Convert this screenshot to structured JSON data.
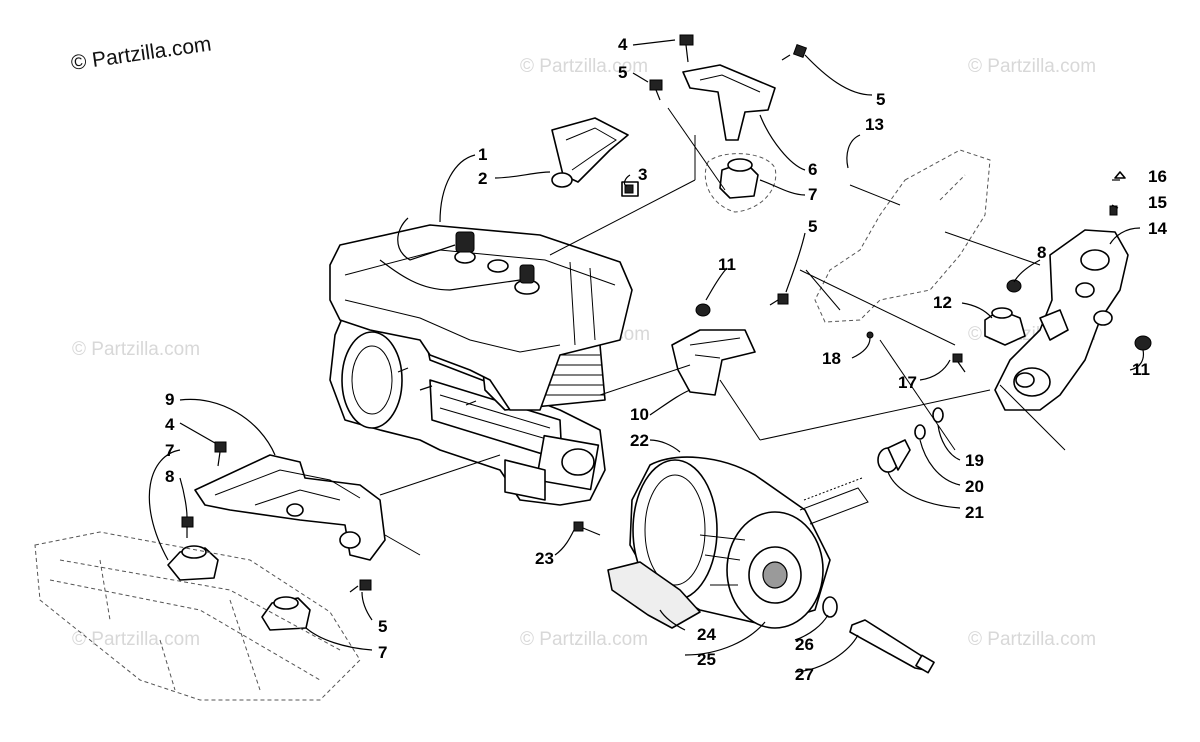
{
  "copyright": "© Partzilla.com",
  "watermark_text": "© Partzilla.com",
  "callouts": [
    "1",
    "2",
    "3",
    "4",
    "5",
    "5",
    "6",
    "7",
    "5",
    "13",
    "16",
    "15",
    "14",
    "11",
    "8",
    "12",
    "18",
    "17",
    "19",
    "20",
    "21",
    "9",
    "4",
    "7",
    "8",
    "5",
    "7",
    "10",
    "22",
    "23",
    "24",
    "25",
    "26",
    "27",
    "11"
  ]
}
